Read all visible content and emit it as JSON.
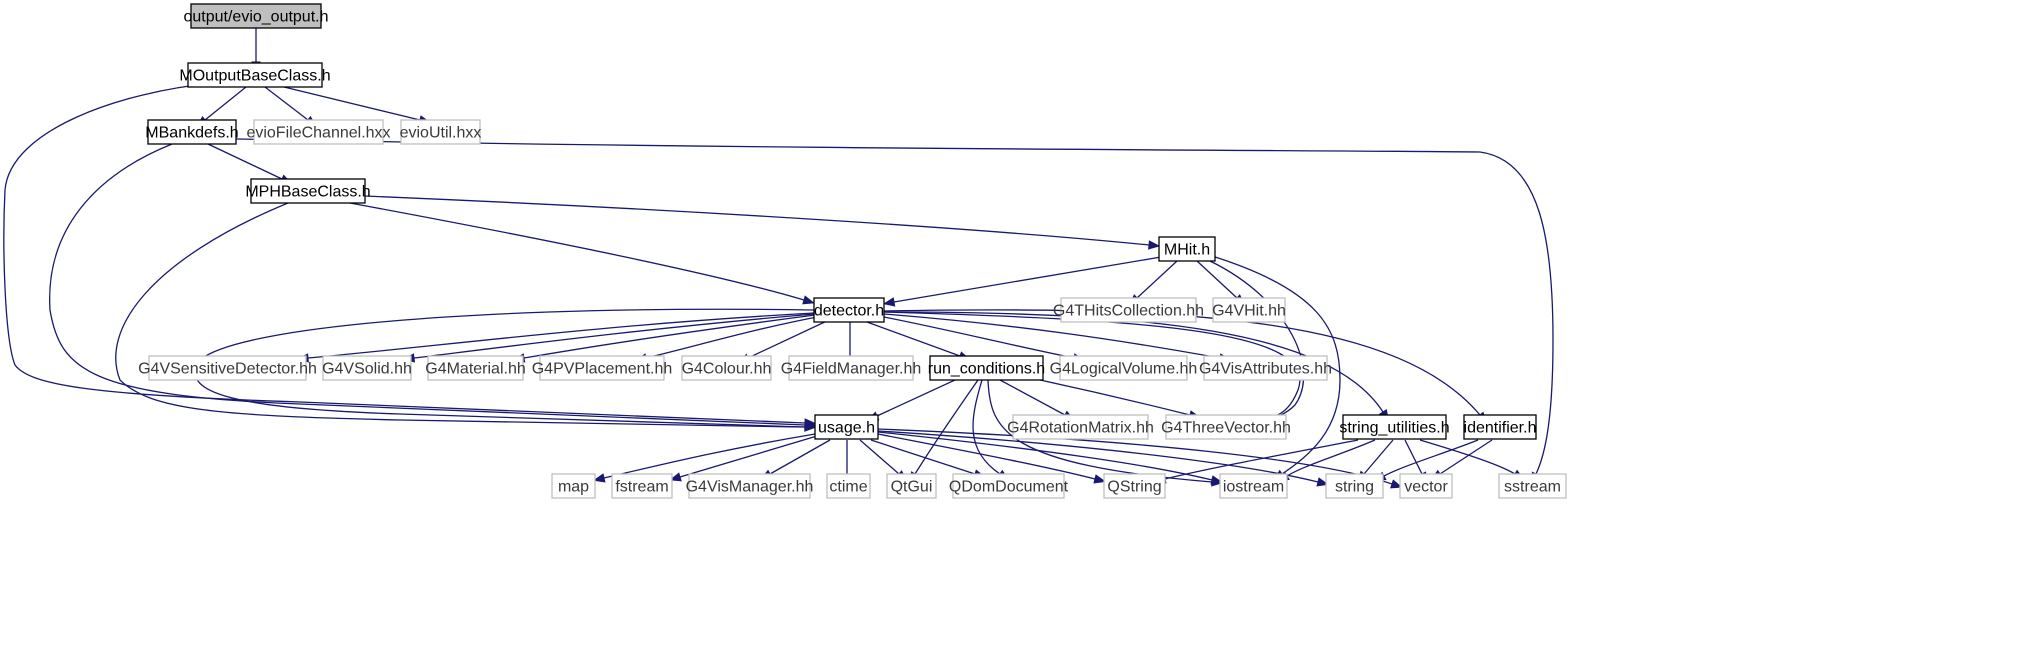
{
  "diagram": {
    "nodes": [
      {
        "id": "evio_output",
        "label": "output/evio_output.h",
        "kind": "root"
      },
      {
        "id": "moutput",
        "label": "MOutputBaseClass.h",
        "kind": "documented"
      },
      {
        "id": "mbankdefs",
        "label": "MBankdefs.h",
        "kind": "documented"
      },
      {
        "id": "eviofilechannel",
        "label": "evioFileChannel.hxx",
        "kind": "external"
      },
      {
        "id": "evioutil",
        "label": "evioUtil.hxx",
        "kind": "external"
      },
      {
        "id": "mphbase",
        "label": "MPHBaseClass.h",
        "kind": "documented"
      },
      {
        "id": "mhit",
        "label": "MHit.h",
        "kind": "documented"
      },
      {
        "id": "detector",
        "label": "detector.h",
        "kind": "documented"
      },
      {
        "id": "g4thitscollection",
        "label": "G4THitsCollection.hh",
        "kind": "external"
      },
      {
        "id": "g4vhit",
        "label": "G4VHit.hh",
        "kind": "external"
      },
      {
        "id": "g4vsensitive",
        "label": "G4VSensitiveDetector.hh",
        "kind": "external"
      },
      {
        "id": "g4vsolid",
        "label": "G4VSolid.hh",
        "kind": "external"
      },
      {
        "id": "g4material",
        "label": "G4Material.hh",
        "kind": "external"
      },
      {
        "id": "g4pvplacement",
        "label": "G4PVPlacement.hh",
        "kind": "external"
      },
      {
        "id": "g4colour",
        "label": "G4Colour.hh",
        "kind": "external"
      },
      {
        "id": "g4fieldmanager",
        "label": "G4FieldManager.hh",
        "kind": "external"
      },
      {
        "id": "run_conditions",
        "label": "run_conditions.h",
        "kind": "documented"
      },
      {
        "id": "g4logicalvolume",
        "label": "G4LogicalVolume.hh",
        "kind": "external"
      },
      {
        "id": "g4visattributes",
        "label": "G4VisAttributes.hh",
        "kind": "external"
      },
      {
        "id": "usage",
        "label": "usage.h",
        "kind": "documented"
      },
      {
        "id": "g4rotationmatrix",
        "label": "G4RotationMatrix.hh",
        "kind": "external"
      },
      {
        "id": "g4threevector",
        "label": "G4ThreeVector.hh",
        "kind": "external"
      },
      {
        "id": "string_utilities",
        "label": "string_utilities.h",
        "kind": "documented"
      },
      {
        "id": "identifier",
        "label": "identifier.h",
        "kind": "documented"
      },
      {
        "id": "map",
        "label": "map",
        "kind": "external"
      },
      {
        "id": "fstream",
        "label": "fstream",
        "kind": "external"
      },
      {
        "id": "g4vismanager",
        "label": "G4VisManager.hh",
        "kind": "external"
      },
      {
        "id": "ctime",
        "label": "ctime",
        "kind": "external"
      },
      {
        "id": "qtgui",
        "label": "QtGui",
        "kind": "external"
      },
      {
        "id": "qdomdocument",
        "label": "QDomDocument",
        "kind": "external"
      },
      {
        "id": "qstring",
        "label": "QString",
        "kind": "external"
      },
      {
        "id": "iostream",
        "label": "iostream",
        "kind": "external"
      },
      {
        "id": "string",
        "label": "string",
        "kind": "external"
      },
      {
        "id": "vector",
        "label": "vector",
        "kind": "external"
      },
      {
        "id": "sstream",
        "label": "sstream",
        "kind": "external"
      }
    ],
    "colors": {
      "edge": "#191970",
      "root_fill": "#bfbfbf",
      "documented_stroke": "#000000",
      "external_stroke": "#bfbfbf",
      "text": "#000000",
      "external_text": "#3a3a3a"
    }
  }
}
